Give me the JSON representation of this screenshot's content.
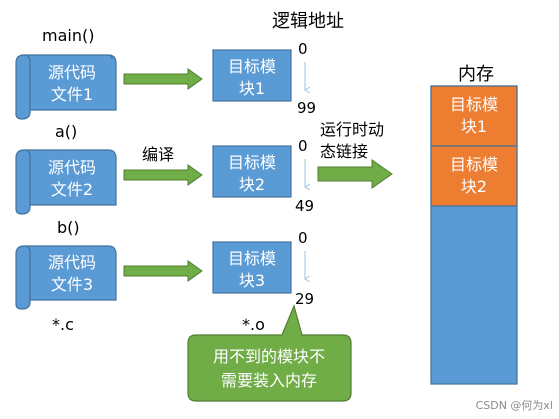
{
  "header": {
    "logical_address_title": "逻辑地址",
    "memory_title": "内存"
  },
  "rows": [
    {
      "func_label": "main()",
      "source_line1": "源代码",
      "source_line2": "文件1",
      "module_line1": "目标模",
      "module_line2": "块1",
      "addr_start": "0",
      "addr_end": "99"
    },
    {
      "func_label": "a()",
      "source_line1": "源代码",
      "source_line2": "文件2",
      "module_line1": "目标模",
      "module_line2": "块2",
      "addr_start": "0",
      "addr_end": "49"
    },
    {
      "func_label": "b()",
      "source_line1": "源代码",
      "source_line2": "文件3",
      "module_line1": "目标模",
      "module_line2": "块3",
      "addr_start": "0",
      "addr_end": "29"
    }
  ],
  "compile_label": "编译",
  "link_label_line1": "运行时动",
  "link_label_line2": "态链接",
  "source_ext": "*.c",
  "object_ext": "*.o",
  "memory": {
    "block1_line1": "目标模",
    "block1_line2": "块1",
    "block2_line1": "目标模",
    "block2_line2": "块2"
  },
  "callout": {
    "line1": "用不到的模块不",
    "line2": "需要装入内存"
  },
  "watermark": "CSDN @何为xl",
  "colors": {
    "blue": "#5b9bd5",
    "blue_border": "#41719c",
    "orange": "#ed7d31",
    "green": "#70ad47",
    "green_border": "#507e32",
    "white": "#ffffff",
    "text": "#000000",
    "thin_arrow": "#9dc3e6"
  }
}
